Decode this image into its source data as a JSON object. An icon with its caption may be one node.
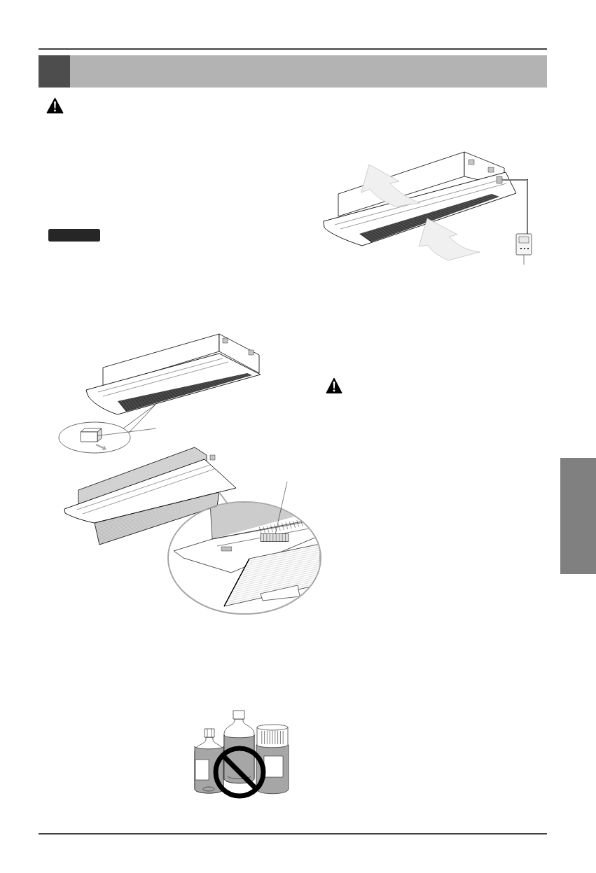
{
  "diagram": {
    "nodes": [
      {
        "text": [],
        "shape": "box"
      },
      {
        "text": [],
        "shape": "box"
      },
      {
        "text": [],
        "shape": "picture"
      },
      {
        "text": [],
        "shape": "picture"
      },
      {
        "text": [],
        "shape": "bar"
      }
    ],
    "edges": [
      {
        "from": null,
        "to": 1,
        "arrow": "none"
      },
      {
        "from": null,
        "to": 2,
        "arrow": "none"
      },
      {
        "from": null,
        "to": 3,
        "arrow": "none"
      }
    ]
  }
}
